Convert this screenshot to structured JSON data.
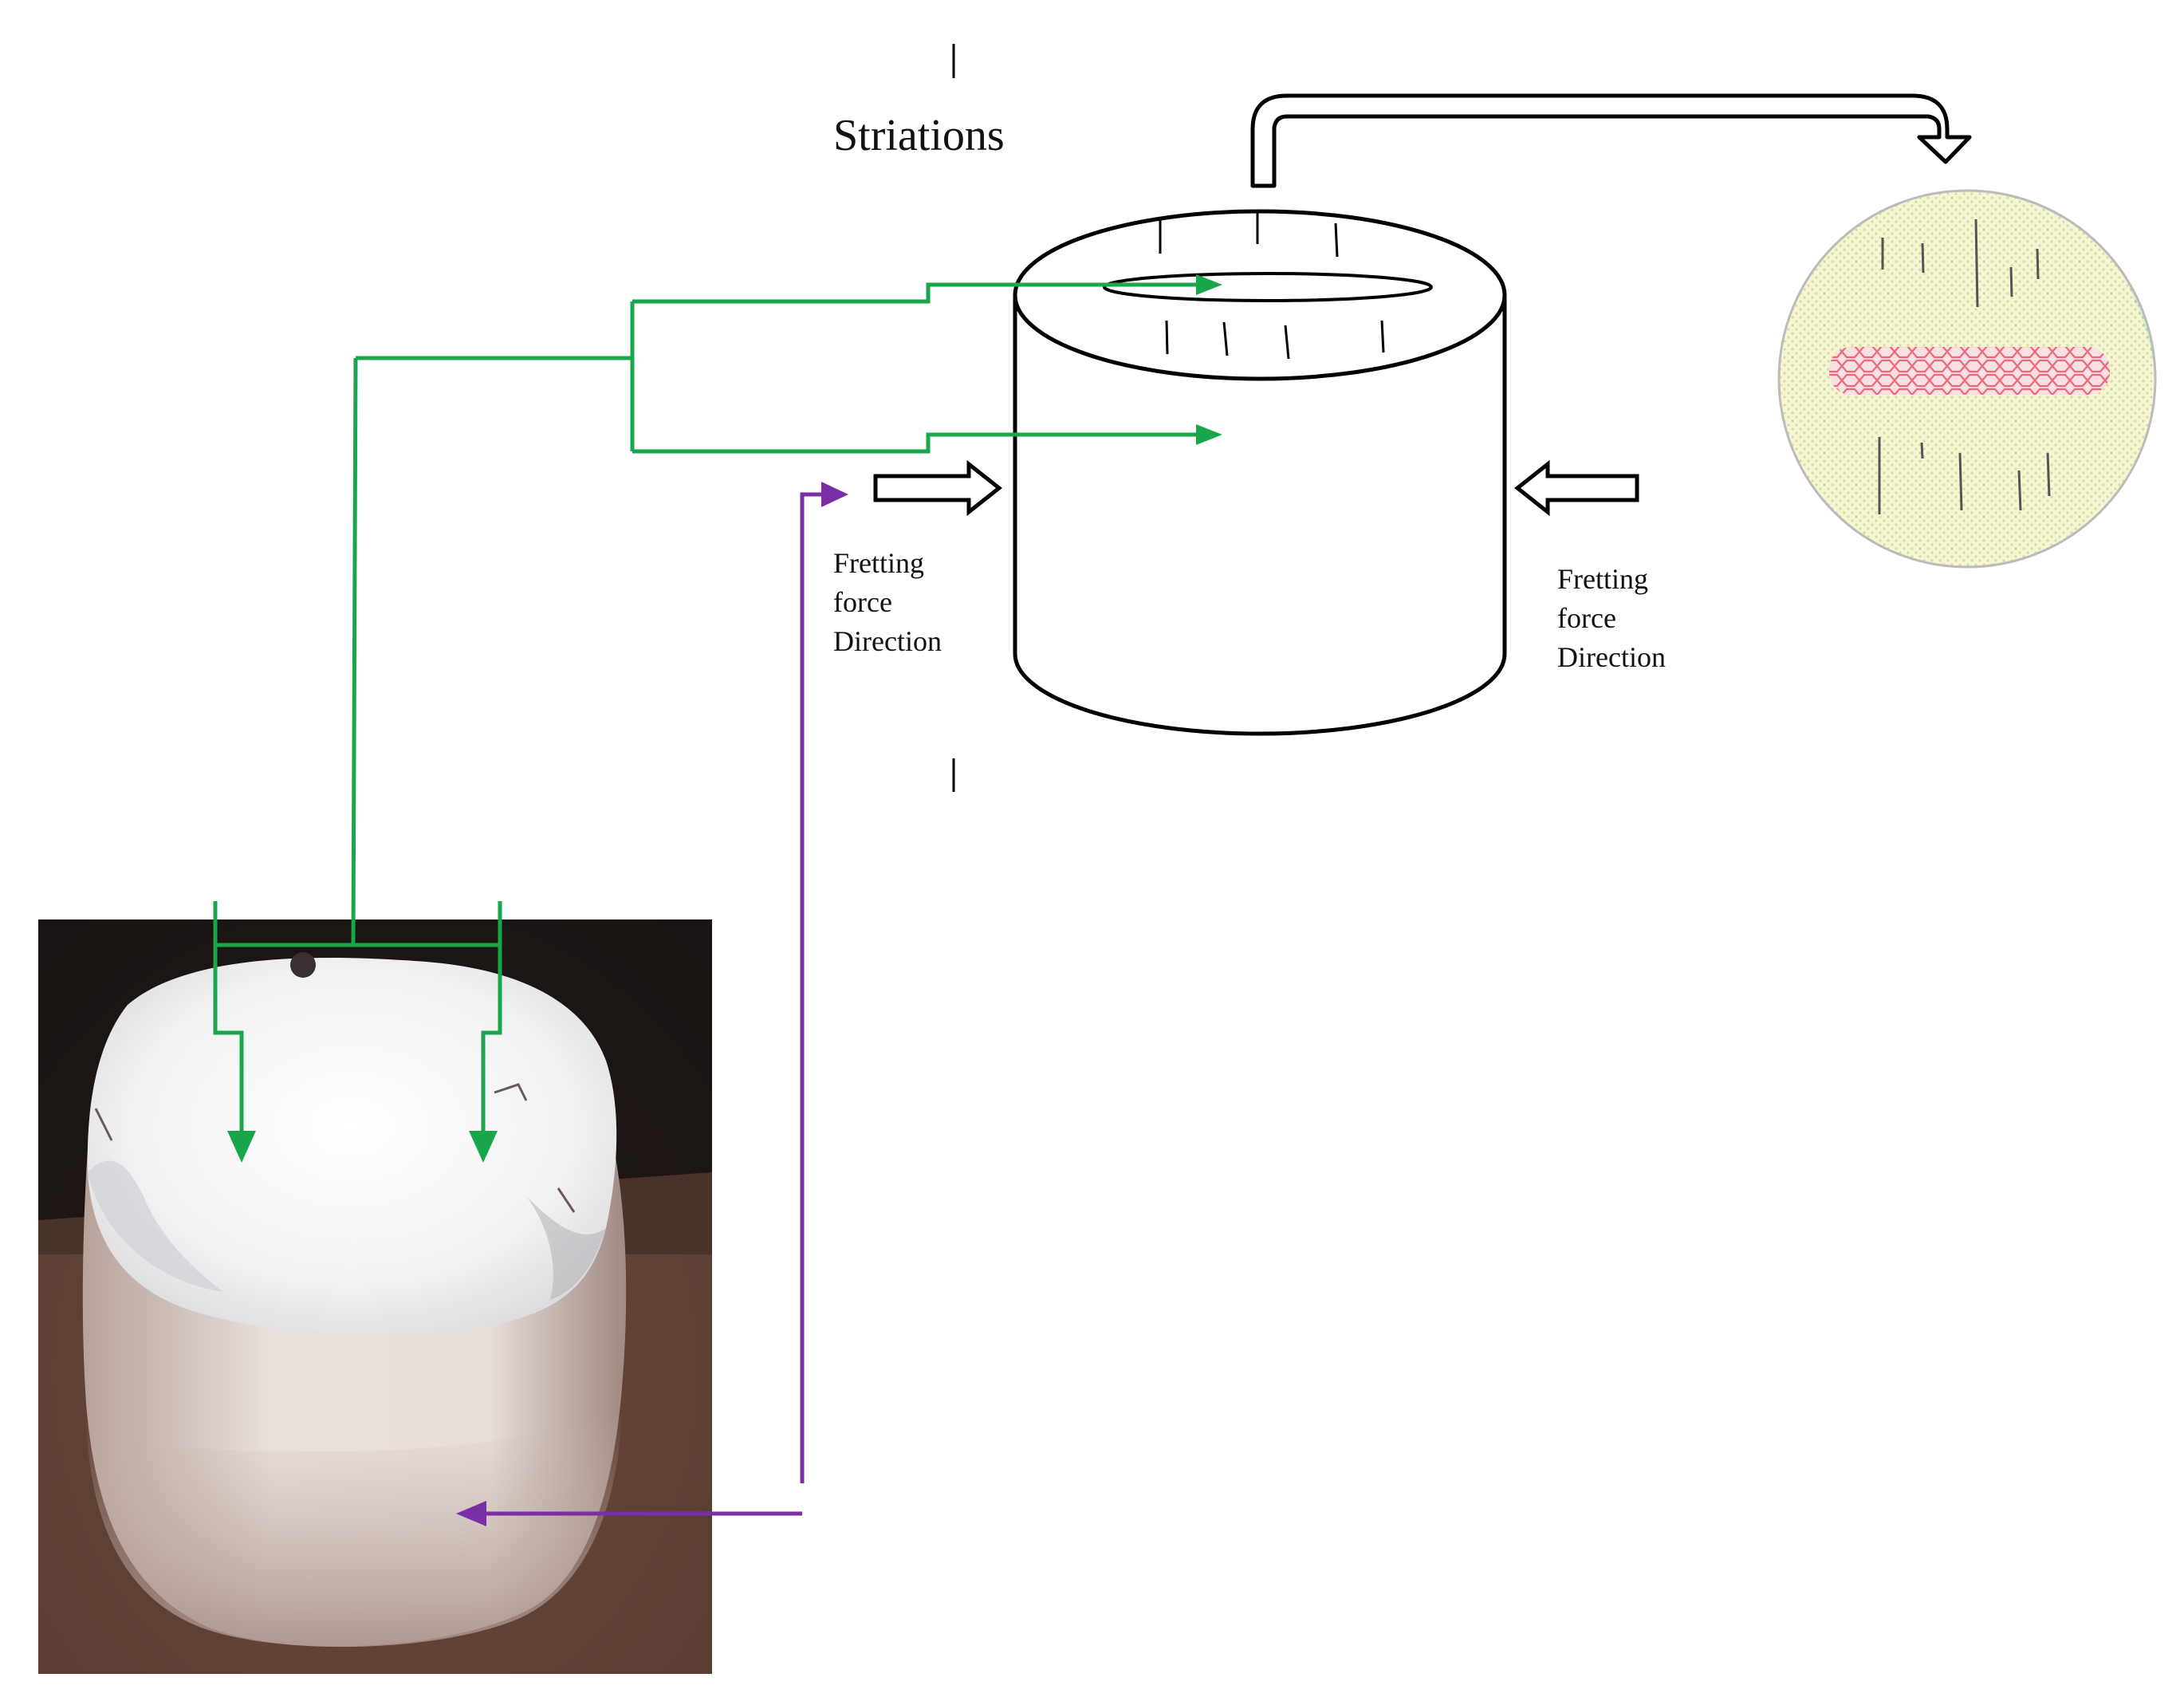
{
  "labels": {
    "striations": "Striations",
    "fretting_left": {
      "line1": "Fretting",
      "line2": "force",
      "line3": "Direction"
    },
    "fretting_right": {
      "line1": "Fretting",
      "line2": "force",
      "line3": "Direction"
    }
  },
  "colors": {
    "green_arrow": "#1aa64a",
    "purple_arrow": "#7a2fa6",
    "outline": "#000000",
    "photo_background": "#2b2220",
    "photo_specimen": "#e8e4e2",
    "magnified_yellow": "#f4f3c8",
    "magnified_green": "#cdeecf",
    "wear_band": "#f07a86"
  },
  "figure": {
    "photo": "photograph of worn cylindrical specimen on rusted plate",
    "schematic": "cylinder with central wear track and striation marks",
    "magnified_view": "circular enlarged view of wear surface"
  }
}
